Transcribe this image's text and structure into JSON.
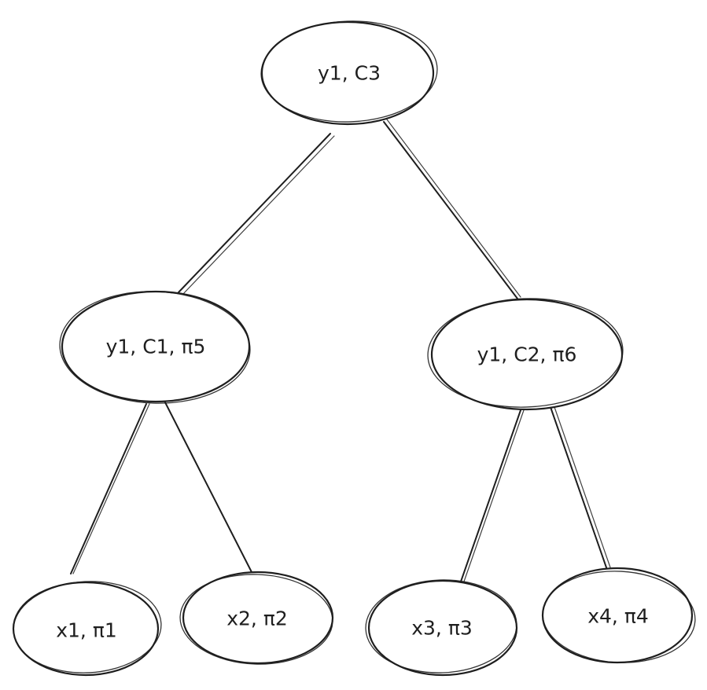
{
  "diagram": {
    "nodes": [
      {
        "id": "root",
        "label": "y1, C3"
      },
      {
        "id": "left",
        "label": "y1, C1, π5"
      },
      {
        "id": "right",
        "label": "y1, C2, π6"
      },
      {
        "id": "leaf1",
        "label": "x1, π1"
      },
      {
        "id": "leaf2",
        "label": "x2, π2"
      },
      {
        "id": "leaf3",
        "label": "x3, π3"
      },
      {
        "id": "leaf4",
        "label": "x4, π4"
      }
    ],
    "edges": [
      {
        "from": "root",
        "to": "left"
      },
      {
        "from": "root",
        "to": "right"
      },
      {
        "from": "left",
        "to": "leaf1"
      },
      {
        "from": "left",
        "to": "leaf2"
      },
      {
        "from": "right",
        "to": "leaf3"
      },
      {
        "from": "right",
        "to": "leaf4"
      }
    ],
    "colors": {
      "stroke": "#1e1e1e",
      "fill": "#ffffff",
      "background": "#ffffff"
    }
  }
}
